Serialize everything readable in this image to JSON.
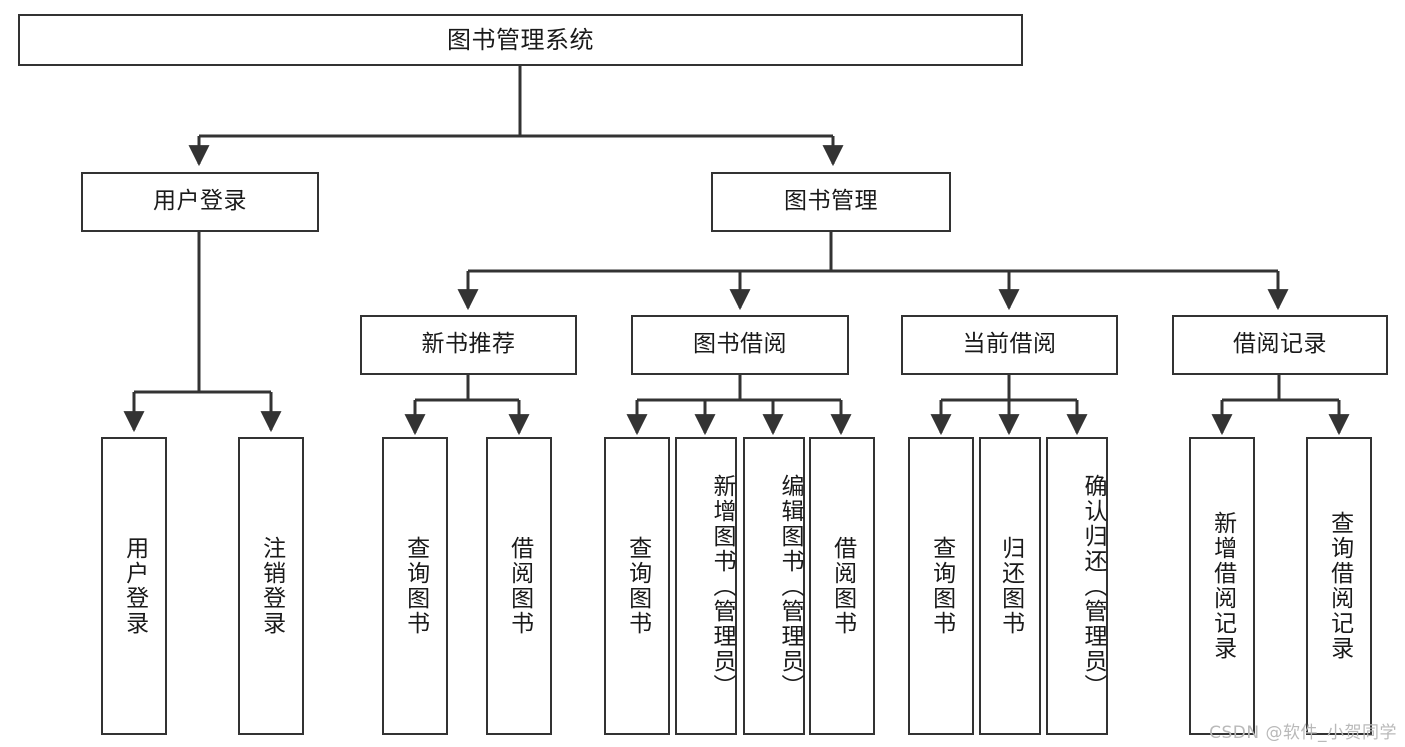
{
  "diagram": {
    "title": "图书管理系统",
    "type": "hierarchy-tree",
    "root": {
      "id": "root",
      "label": "图书管理系统",
      "orientation": "horizontal"
    },
    "level2": [
      {
        "id": "user-login",
        "label": "用户登录",
        "orientation": "horizontal"
      },
      {
        "id": "book-management",
        "label": "图书管理",
        "orientation": "horizontal"
      }
    ],
    "level3": [
      {
        "id": "new-book-recommend",
        "label": "新书推荐",
        "orientation": "horizontal",
        "parent": "book-management"
      },
      {
        "id": "book-borrow",
        "label": "图书借阅",
        "orientation": "horizontal",
        "parent": "book-management"
      },
      {
        "id": "current-borrow",
        "label": "当前借阅",
        "orientation": "horizontal",
        "parent": "book-management"
      },
      {
        "id": "borrow-record",
        "label": "借阅记录",
        "orientation": "horizontal",
        "parent": "book-management"
      }
    ],
    "leaves": [
      {
        "id": "leaf-user-login",
        "label": "用户登录",
        "parent": "user-login"
      },
      {
        "id": "leaf-logout-login",
        "label": "注销登录",
        "parent": "user-login"
      },
      {
        "id": "leaf-query-book-rec",
        "label": "查询图书",
        "parent": "new-book-recommend"
      },
      {
        "id": "leaf-borrow-book-rec",
        "label": "借阅图书",
        "parent": "new-book-recommend"
      },
      {
        "id": "leaf-query-book-borrow",
        "label": "查询图书",
        "parent": "book-borrow"
      },
      {
        "id": "leaf-add-book-admin",
        "label": "新增图书（管理员）",
        "parent": "book-borrow"
      },
      {
        "id": "leaf-edit-book-admin",
        "label": "编辑图书（管理员）",
        "parent": "book-borrow"
      },
      {
        "id": "leaf-borrow-book",
        "label": "借阅图书",
        "parent": "book-borrow"
      },
      {
        "id": "leaf-query-book-current",
        "label": "查询图书",
        "parent": "current-borrow"
      },
      {
        "id": "leaf-return-book",
        "label": "归还图书",
        "parent": "current-borrow"
      },
      {
        "id": "leaf-confirm-return-admin",
        "label": "确认归还（管理员）",
        "parent": "current-borrow"
      },
      {
        "id": "leaf-add-borrow-record",
        "label": "新增借阅记录",
        "parent": "borrow-record"
      },
      {
        "id": "leaf-query-borrow-record",
        "label": "查询借阅记录",
        "parent": "borrow-record"
      }
    ]
  },
  "watermark": {
    "text": "CSDN @软件_小贺同学"
  },
  "colors": {
    "stroke": "#333333",
    "fill": "#ffffff",
    "text": "#1a1a1a",
    "watermark": "#b9b9b9"
  }
}
